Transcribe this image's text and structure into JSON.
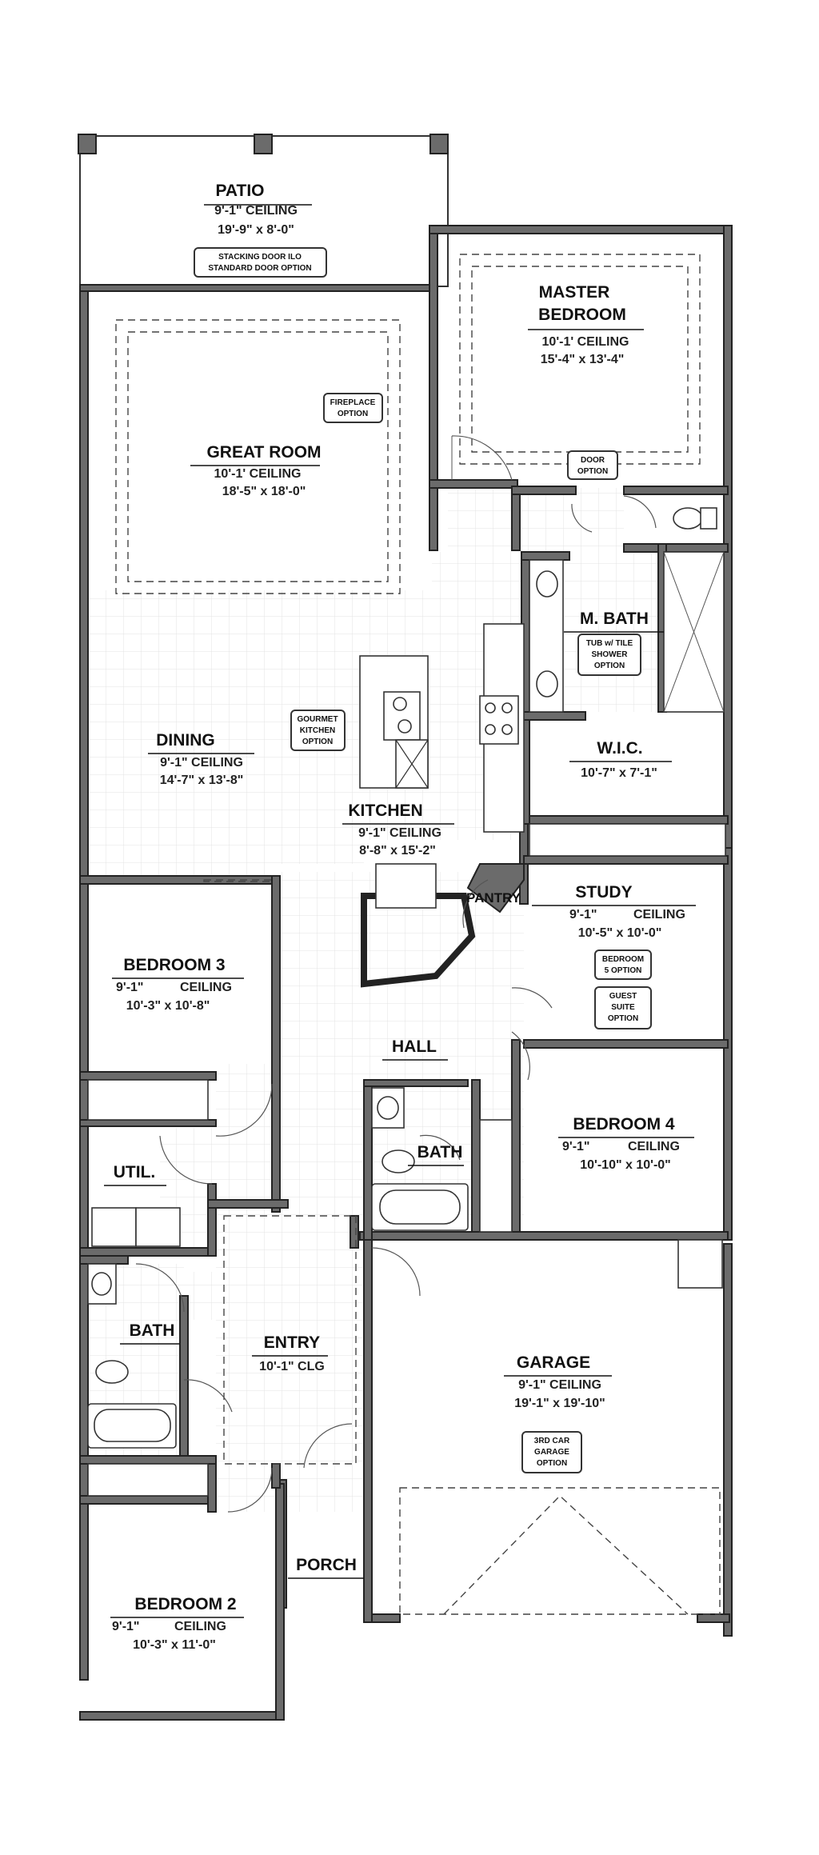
{
  "rooms": {
    "patio": {
      "name": "PATIO",
      "ceiling": "9'-1\" CEILING",
      "size": "19'-9\" x 8'-0\""
    },
    "master": {
      "name1": "MASTER",
      "name2": "BEDROOM",
      "ceiling": "10'-1' CEILING",
      "size": "15'-4\" x 13'-4\""
    },
    "great": {
      "name": "GREAT ROOM",
      "ceiling": "10'-1' CEILING",
      "size": "18'-5\" x 18'-0\""
    },
    "mbath": {
      "name": "M. BATH"
    },
    "dining": {
      "name": "DINING",
      "ceiling": "9'-1\" CEILING",
      "size": "14'-7\" x 13'-8\""
    },
    "wic": {
      "name": "W.I.C.",
      "size": "10'-7\" x 7'-1\""
    },
    "kitchen": {
      "name": "KITCHEN",
      "ceiling": "9'-1\" CEILING",
      "size": "8'-8\" x 15'-2\""
    },
    "pantry": {
      "name": "PANTRY"
    },
    "study": {
      "name": "STUDY",
      "ceil_a": "9'-1\"",
      "ceil_b": "CEILING",
      "size": "10'-5\" x 10'-0\""
    },
    "bedroom3": {
      "name": "BEDROOM 3",
      "ceil_a": "9'-1\"",
      "ceil_b": "CEILING",
      "size": "10'-3\" x 10'-8\""
    },
    "hall": {
      "name": "HALL"
    },
    "bedroom4": {
      "name": "BEDROOM 4",
      "ceil_a": "9'-1\"",
      "ceil_b": "CEILING",
      "size": "10'-10\" x 10'-0\""
    },
    "bath2": {
      "name": "BATH"
    },
    "util": {
      "name": "UTIL."
    },
    "bath1": {
      "name": "BATH"
    },
    "entry": {
      "name": "ENTRY",
      "ceiling": "10'-1\" CLG"
    },
    "garage": {
      "name": "GARAGE",
      "ceiling": "9'-1\" CEILING",
      "size": "19'-1\" x 19'-10\""
    },
    "porch": {
      "name": "PORCH"
    },
    "bedroom2": {
      "name": "BEDROOM 2",
      "ceil_a": "9'-1\"",
      "ceil_b": "CEILING",
      "size": "10'-3\" x 11'-0\""
    }
  },
  "options": {
    "stacking": [
      "STACKING DOOR ILO",
      "STANDARD DOOR OPTION"
    ],
    "fireplace": [
      "FIREPLACE",
      "OPTION"
    ],
    "door": [
      "DOOR",
      "OPTION"
    ],
    "tub": [
      "TUB w/ TILE",
      "SHOWER",
      "OPTION"
    ],
    "gourmet": [
      "GOURMET",
      "KITCHEN",
      "OPTION"
    ],
    "bedroom5": [
      "BEDROOM",
      "5 OPTION"
    ],
    "guest": [
      "GUEST",
      "SUITE",
      "OPTION"
    ],
    "garage3": [
      "3RD CAR",
      "GARAGE",
      "OPTION"
    ]
  },
  "colors": {
    "wall": "#6b6b6b",
    "grid": "#e4e4e4",
    "line": "#222222"
  }
}
